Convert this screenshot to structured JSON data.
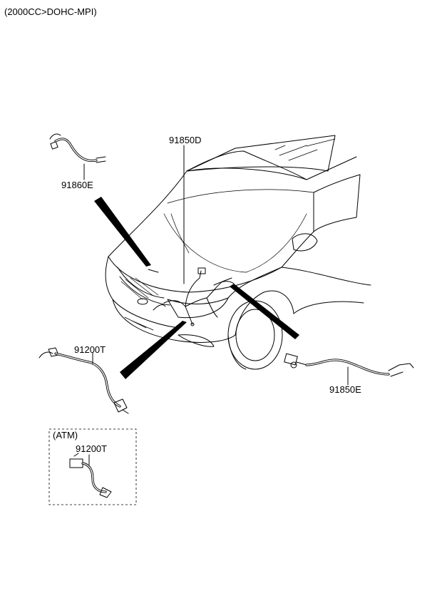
{
  "header": {
    "engine_spec": "(2000CC>DOHC-MPI)"
  },
  "labels": {
    "part_91850D": "91850D",
    "part_91860E": "91860E",
    "part_91200T": "91200T",
    "part_91850E": "91850E",
    "atm_group": "(ATM)",
    "atm_part_91200T": "91200T"
  },
  "colors": {
    "line": "#000000",
    "background": "#ffffff"
  }
}
